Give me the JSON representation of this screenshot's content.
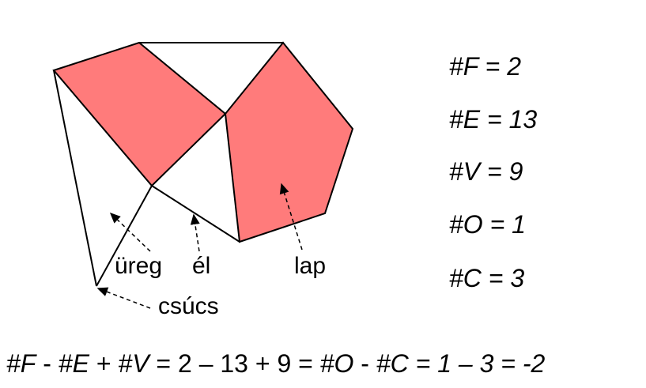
{
  "colors": {
    "face_fill": "#ff7b7b",
    "stroke": "#000000",
    "background": "#ffffff"
  },
  "labels": {
    "cavity": "üreg",
    "edge": "él",
    "face": "lap",
    "vertex": "csúcs"
  },
  "stats": [
    {
      "text": "#F = 2"
    },
    {
      "text": "#E = 13"
    },
    {
      "text": "#V = 9"
    },
    {
      "text": "#O = 1"
    },
    {
      "text": "#C = 3"
    }
  ],
  "formula": {
    "f": "#F",
    "minus1": " - ",
    "e": "#E",
    "plus1": " + ",
    "v": "#V",
    "mid": " = 2 – 13 + 9 = ",
    "o": "#O",
    "minus2": " - ",
    "c": "#C",
    "tail": " = 1 – 3 = -2"
  }
}
